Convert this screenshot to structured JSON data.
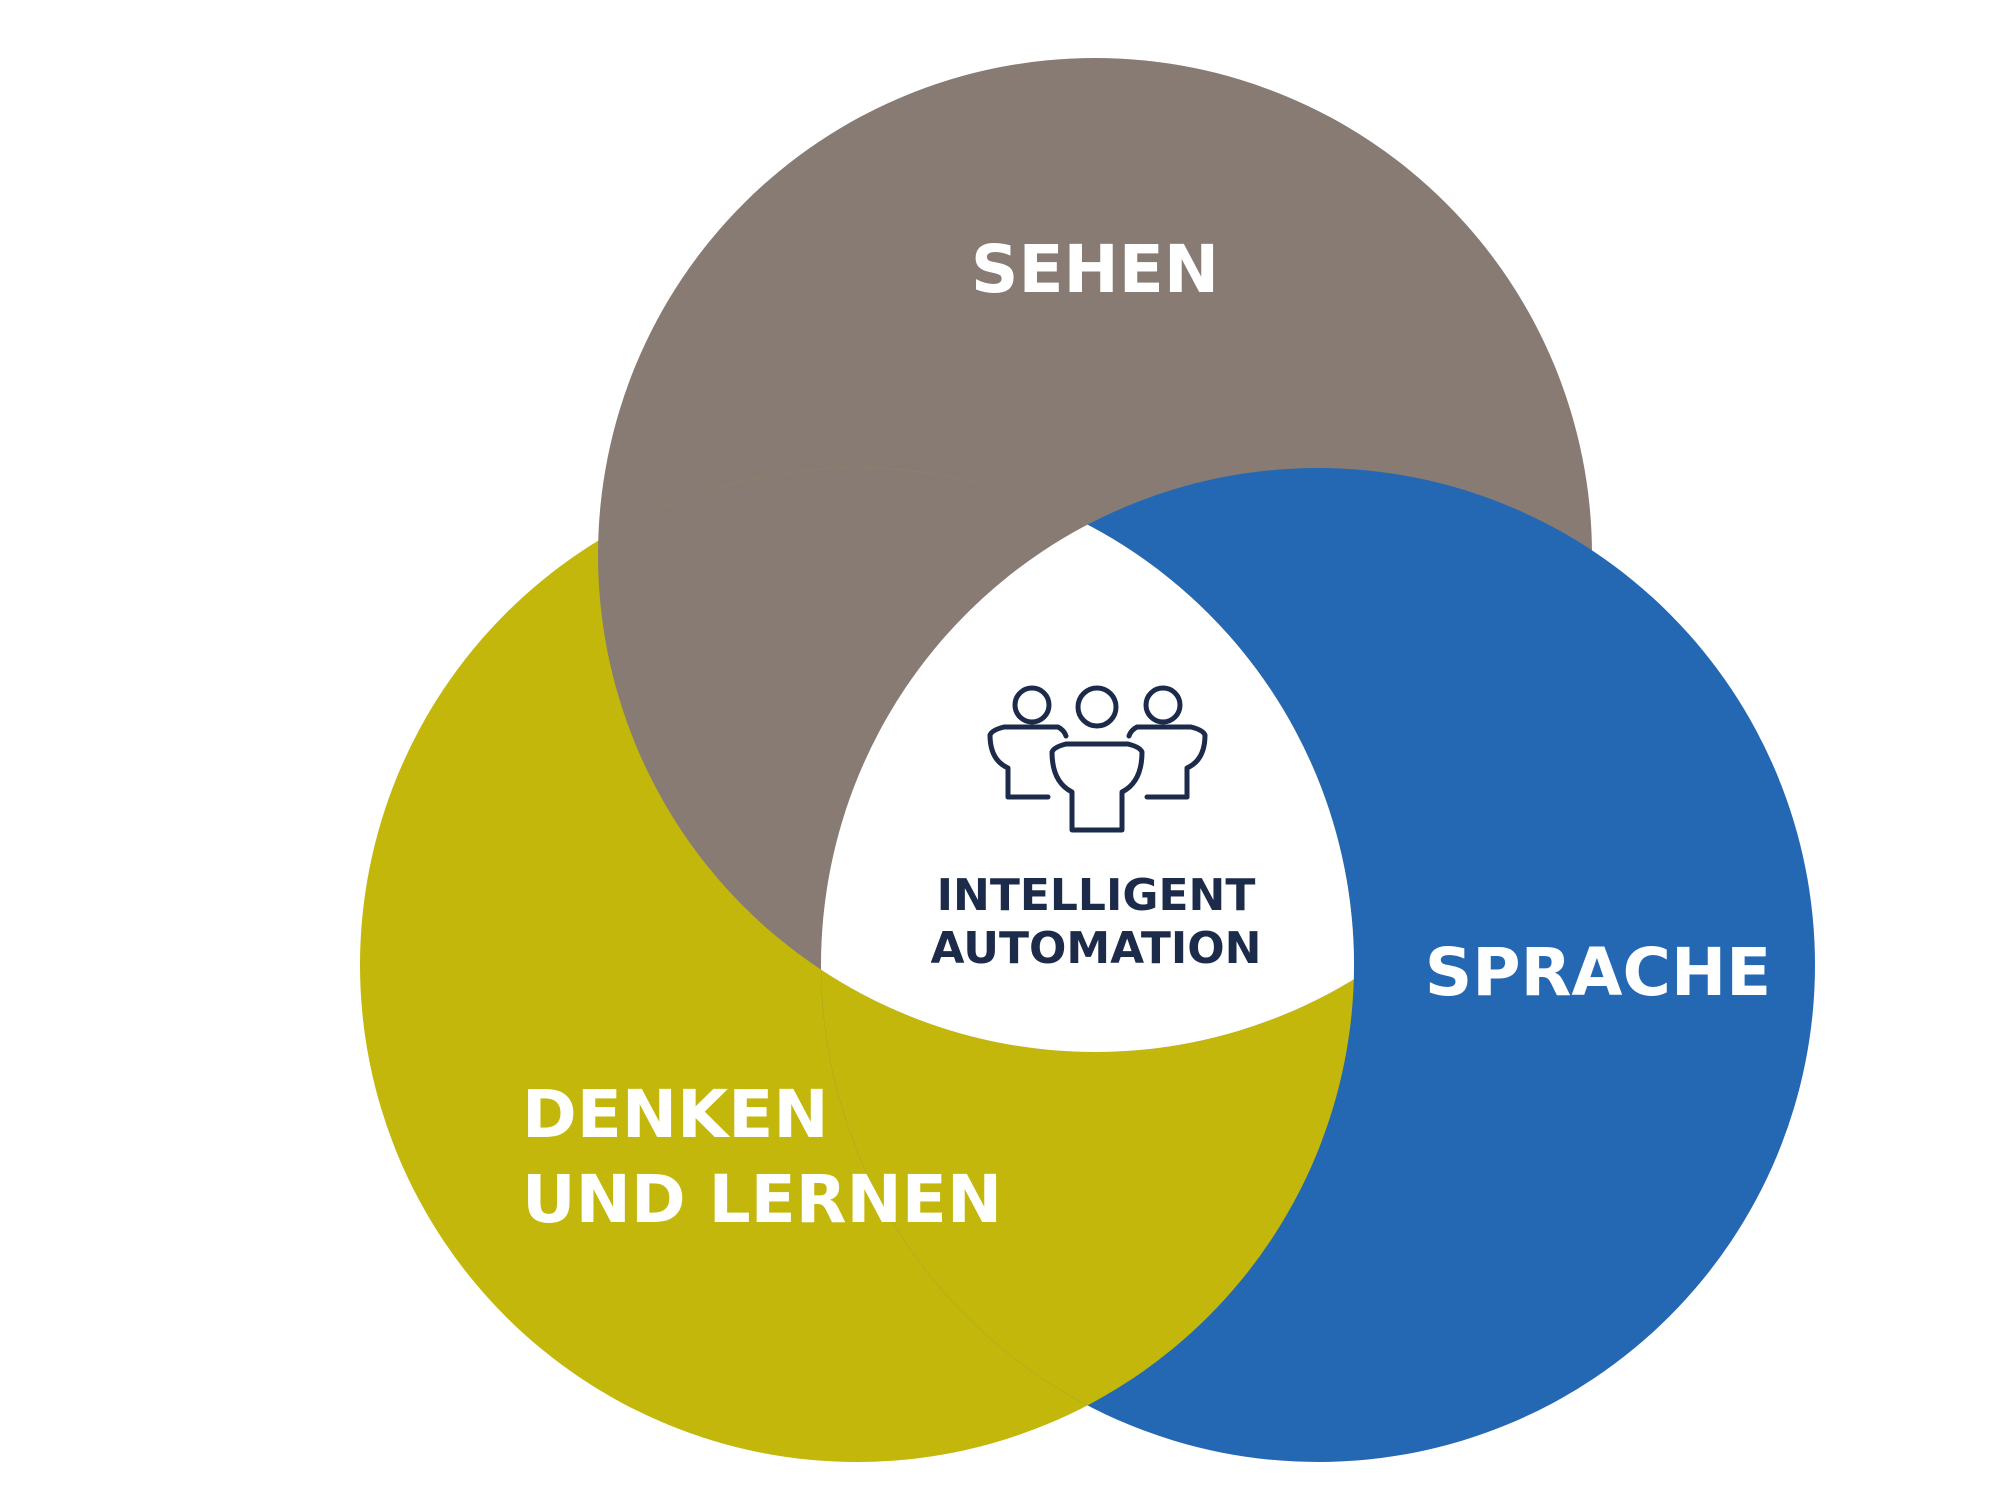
{
  "diagram": {
    "colors": {
      "sehen": "#877b74",
      "sprache": "#2468b3",
      "denken": "#c3b70c",
      "center": "#ffffff",
      "center_text": "#1c2b4a"
    },
    "circles": {
      "sehen": {
        "label": "SEHEN"
      },
      "sprache": {
        "label": "SPRACHE"
      },
      "denken": {
        "label_line1": "DENKEN",
        "label_line2": "UND LERNEN"
      }
    },
    "center": {
      "icon": "team-people-icon",
      "label_line1": "INTELLIGENT",
      "label_line2": "AUTOMATION"
    }
  }
}
